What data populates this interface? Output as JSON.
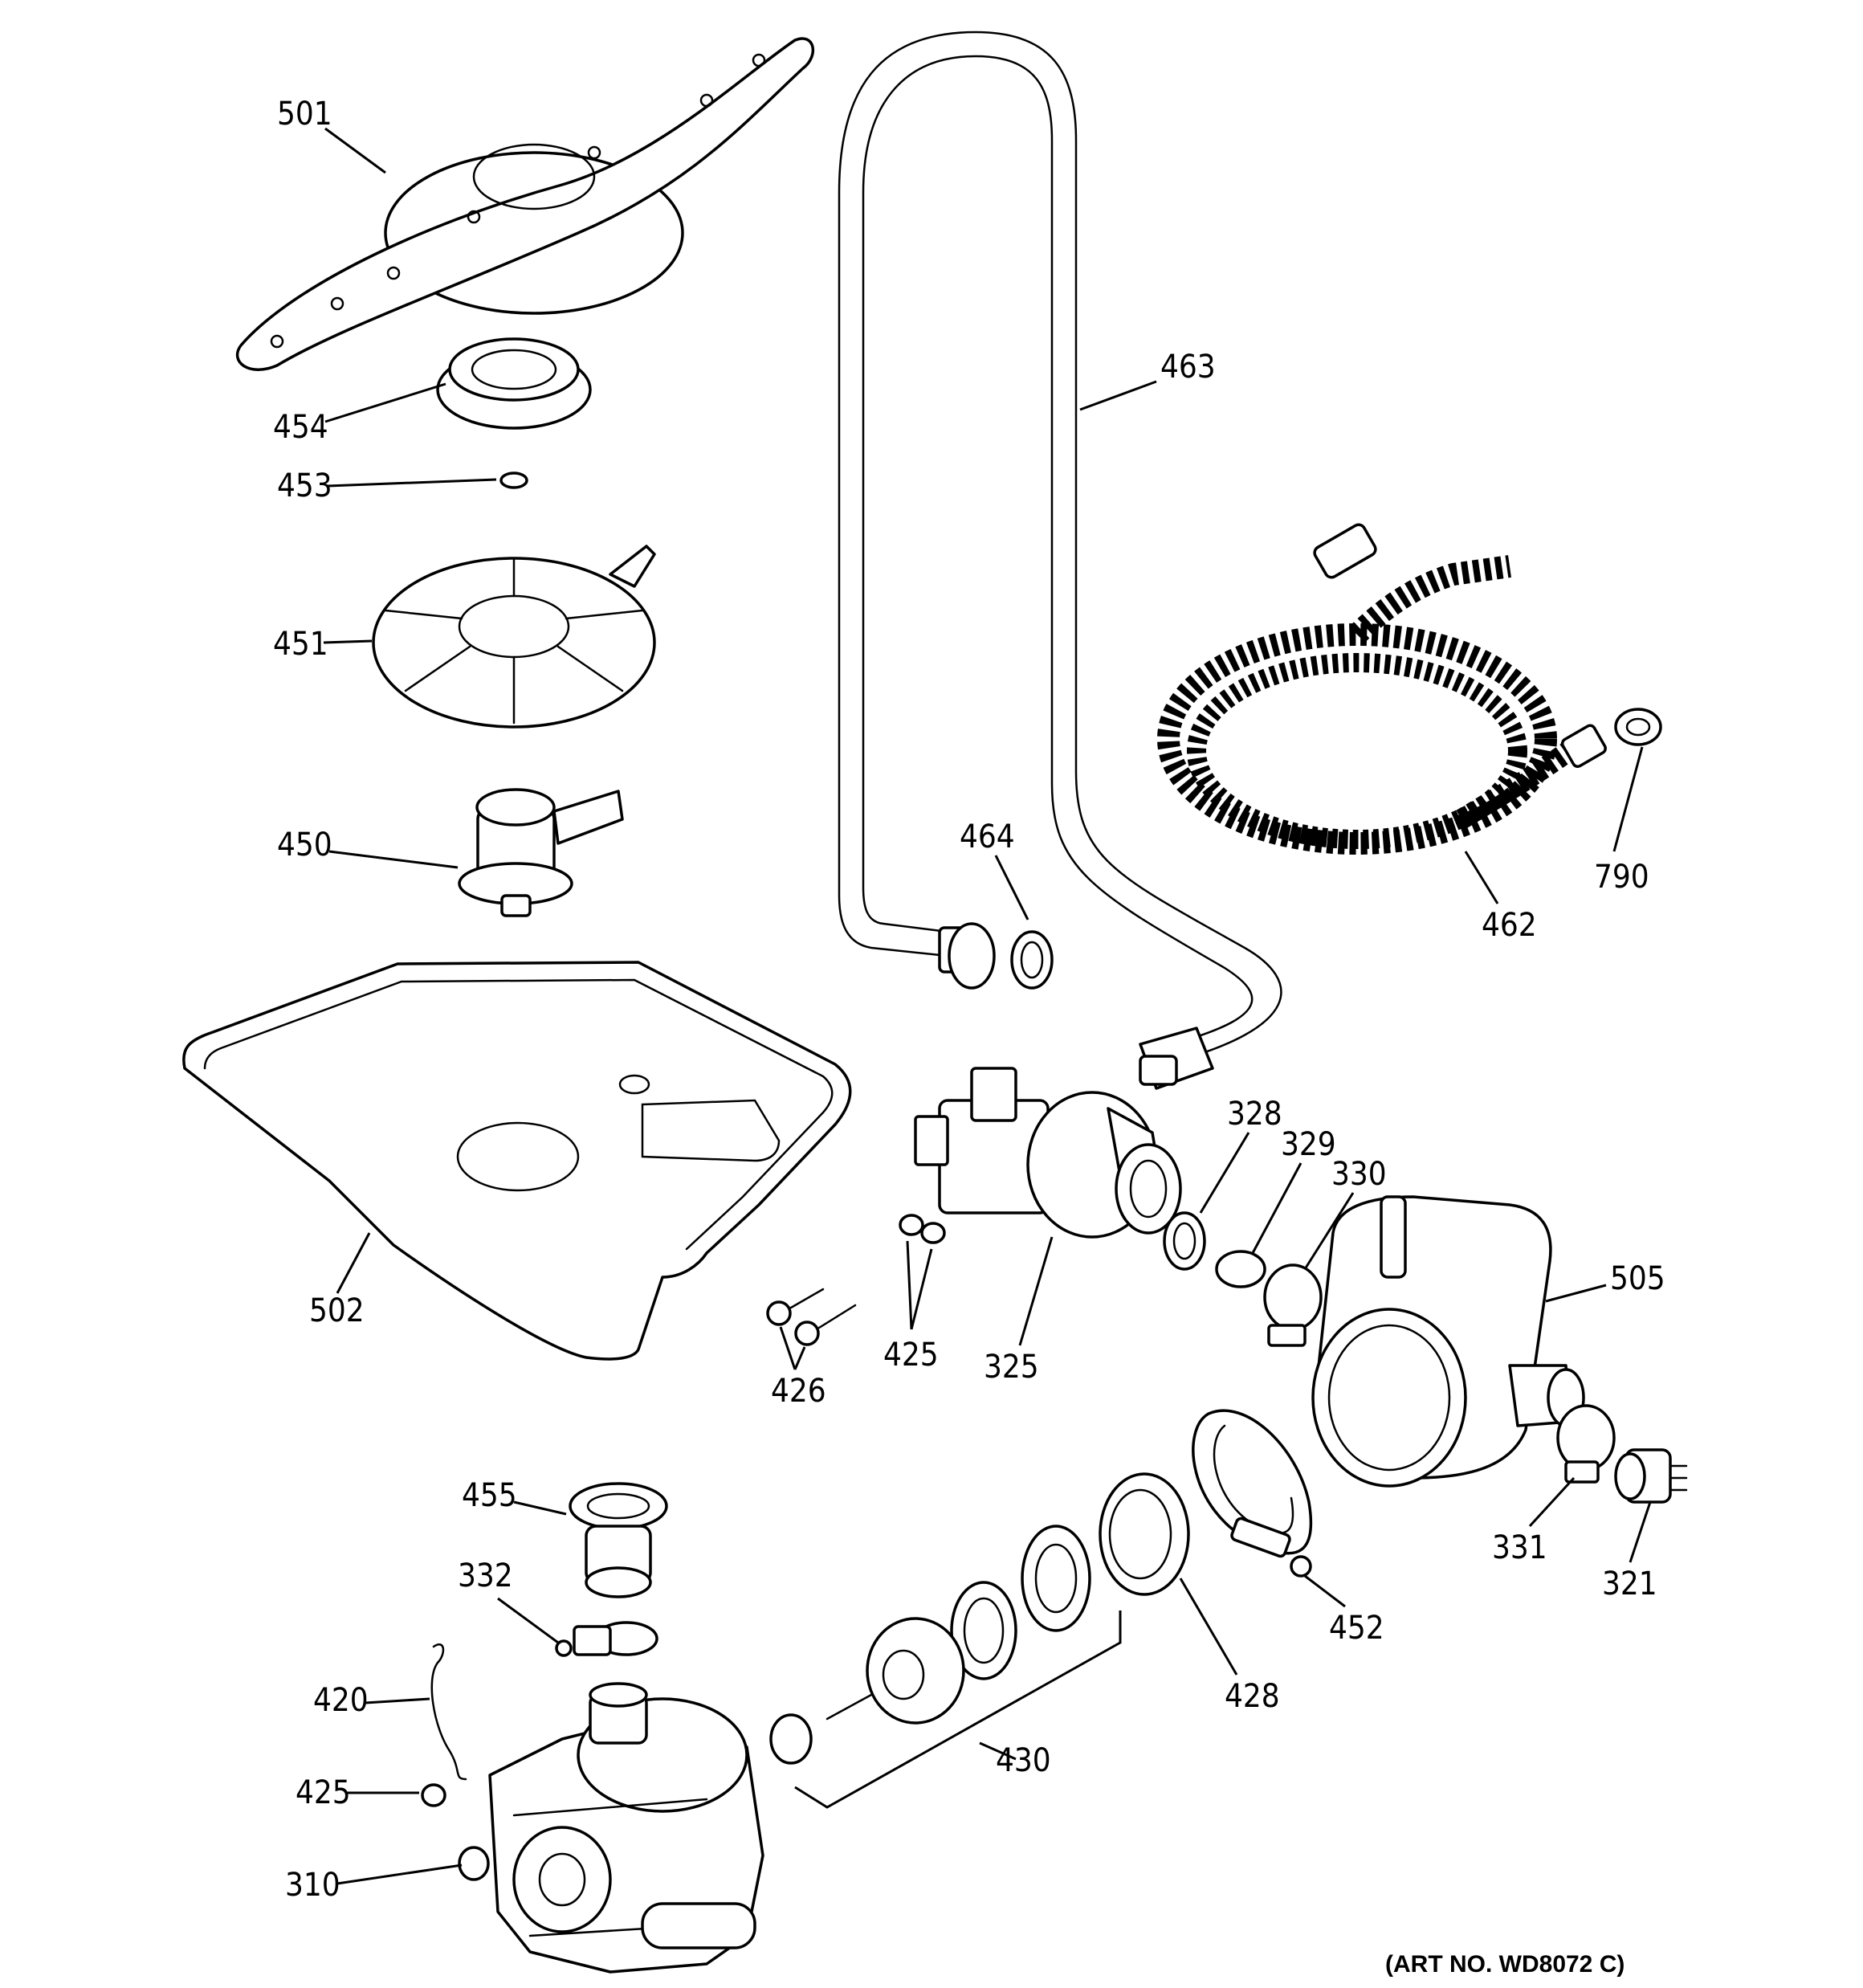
{
  "diagram": {
    "callouts": {
      "c501": "501",
      "c454": "454",
      "c453": "453",
      "c451": "451",
      "c450": "450",
      "c502": "502",
      "c463": "463",
      "c464": "464",
      "c462": "462",
      "c790": "790",
      "c328": "328",
      "c329": "329",
      "c330": "330",
      "c505": "505",
      "c426": "426",
      "c425a": "425",
      "c325": "325",
      "c331": "331",
      "c321": "321",
      "c452": "452",
      "c455": "455",
      "c332": "332",
      "c420": "420",
      "c425b": "425",
      "c310": "310",
      "c428": "428",
      "c430": "430"
    },
    "art_number": "(ART NO. WD8072 C)",
    "colors": {
      "line": "#000000",
      "background": "#ffffff"
    }
  }
}
